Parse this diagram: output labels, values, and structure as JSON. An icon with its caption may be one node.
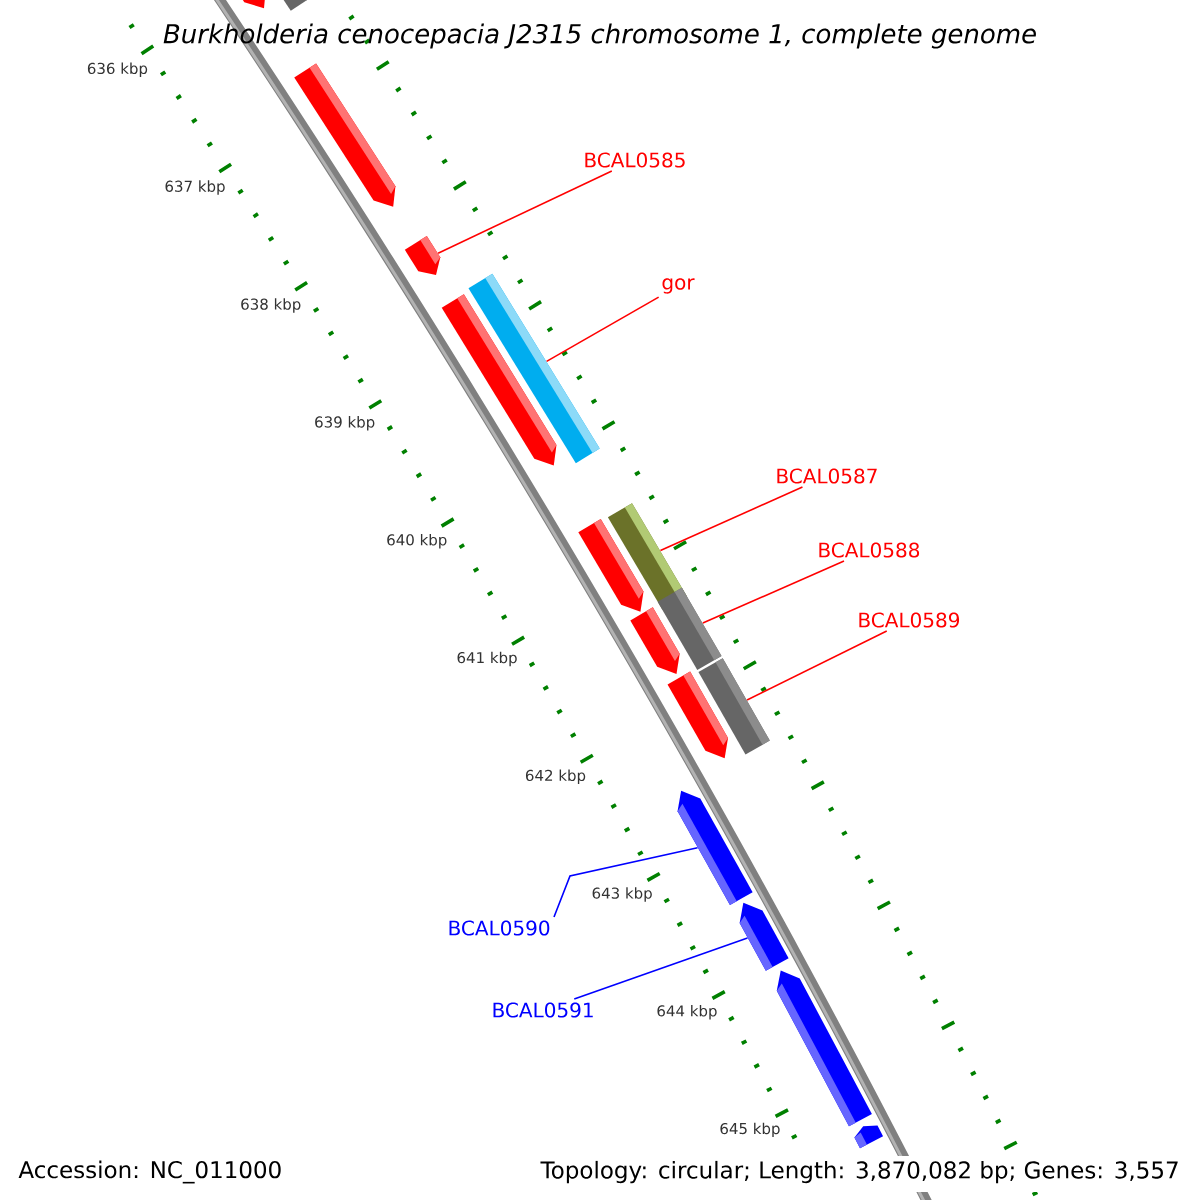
{
  "diagram": {
    "title": "Burkholderia cenocepacia J2315 chromosome 1, complete genome",
    "nodes": [
      {
        "text": [],
        "shape": "pentagon"
      },
      {
        "text": [],
        "shape": "bar"
      },
      {
        "text": [],
        "shape": "pentagon"
      },
      {
        "text": [],
        "shape": "pentagon"
      },
      {
        "text": [],
        "shape": "pentagon"
      },
      {
        "text": [],
        "shape": "bar"
      },
      {
        "text": [],
        "shape": "pentagon"
      },
      {
        "text": [],
        "shape": "bar"
      },
      {
        "text": [],
        "shape": "pentagon"
      },
      {
        "text": [],
        "shape": "bar"
      },
      {
        "text": [],
        "shape": "bar"
      },
      {
        "text": [],
        "shape": "pentagon"
      },
      {
        "text": [],
        "shape": "pentagon"
      },
      {
        "text": [],
        "shape": "pentagon"
      },
      {
        "text": [],
        "shape": "pentagon"
      },
      {
        "text": [],
        "shape": "pentagon"
      },
      {
        "text": [
          "BCAL0585"
        ]
      },
      {
        "text": [
          "gor"
        ]
      },
      {
        "text": [
          "BCAL0587"
        ]
      },
      {
        "text": [
          "BCAL0588"
        ]
      },
      {
        "text": [
          "BCAL0589"
        ]
      },
      {
        "text": [
          "BCAL0590"
        ]
      },
      {
        "text": [
          "BCAL0591"
        ]
      }
    ],
    "edges": [
      {
        "from": 16,
        "to": 3,
        "arrow": "none"
      },
      {
        "from": 17,
        "to": 5,
        "arrow": "none"
      },
      {
        "from": 18,
        "to": 7,
        "arrow": "none"
      },
      {
        "from": 19,
        "to": 9,
        "arrow": "none"
      },
      {
        "from": 20,
        "to": 10,
        "arrow": "none"
      },
      {
        "from": 21,
        "to": 12,
        "arrow": "none",
        "color": "#0000ff"
      },
      {
        "from": 22,
        "to": 13,
        "arrow": "none",
        "color": "#0000ff"
      }
    ],
    "labels": [
      "636 kbp",
      "637 kbp",
      "638 kbp",
      "639 kbp",
      "640 kbp",
      "641 kbp",
      "642 kbp",
      "643 kbp",
      "644 kbp",
      "645 kbp",
      "Accession: NC_011000",
      "Topology: circular; Length: 3,870,082 bp; Genes: 3,557"
    ]
  }
}
